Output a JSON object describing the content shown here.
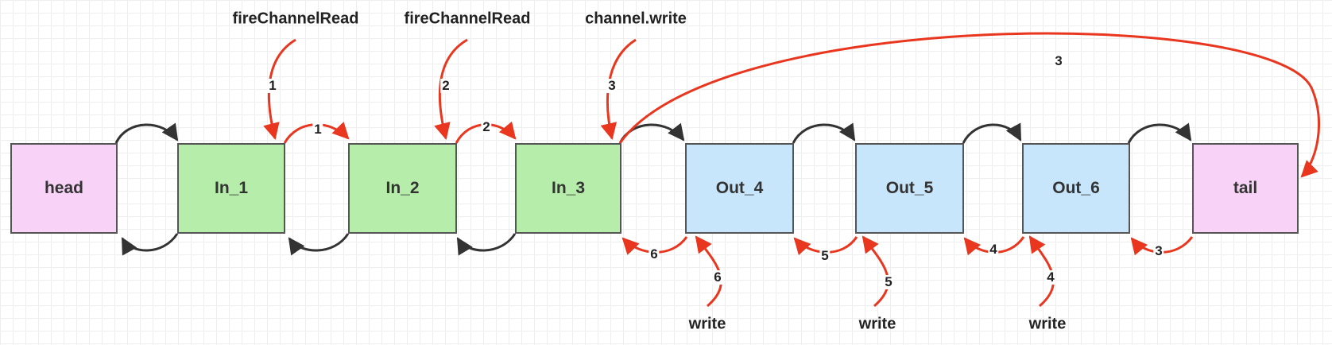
{
  "colors": {
    "head_tail": "#f9d3f7",
    "inbound": "#b6edaa",
    "outbound": "#c7e6fb",
    "border": "#555555",
    "link_arrow": "#333333",
    "event_arrow": "#e8361f"
  },
  "nodes": {
    "head": "head",
    "in_1": "In_1",
    "in_2": "In_2",
    "in_3": "In_3",
    "out_4": "Out_4",
    "out_5": "Out_5",
    "out_6": "Out_6",
    "tail": "tail"
  },
  "calls": {
    "fire_read_1": "fireChannelRead",
    "fire_read_2": "fireChannelRead",
    "channel_write": "channel.write",
    "write_6": "write",
    "write_5": "write",
    "write_4": "write"
  },
  "steps": {
    "call_1": "1",
    "call_2": "2",
    "call_3": "3",
    "pass_1": "1",
    "pass_2": "2",
    "long_3": "3",
    "back_6": "6",
    "back_5": "5",
    "back_4": "4",
    "back_3": "3",
    "write_6": "6",
    "write_5": "5",
    "write_4": "4"
  }
}
